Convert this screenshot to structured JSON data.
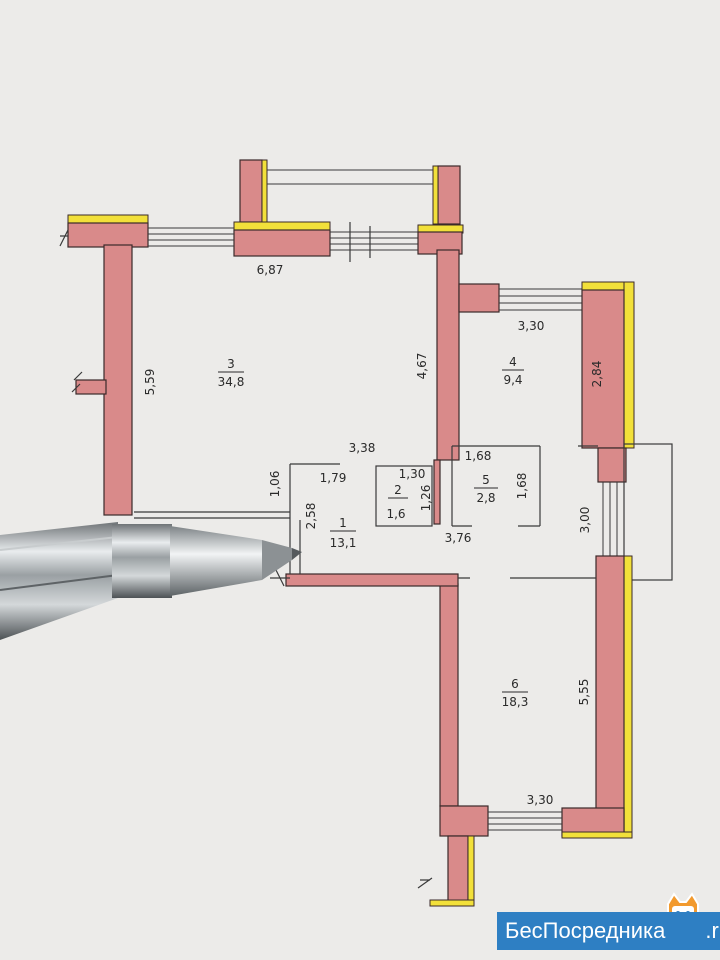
{
  "plan": {
    "rooms": [
      {
        "number": "3",
        "area": "34,8"
      },
      {
        "number": "4",
        "area": "9,4"
      },
      {
        "number": "5",
        "area": "2,8"
      },
      {
        "number": "2",
        "area": "1,6"
      },
      {
        "number": "1",
        "area": "13,1"
      },
      {
        "number": "6",
        "area": "18,3"
      }
    ],
    "dimensions": {
      "d_687": "6,87",
      "d_559": "5,59",
      "d_467": "4,67",
      "d_330_top": "3,30",
      "d_284": "2,84",
      "d_338": "3,38",
      "d_106": "1,06",
      "d_179": "1,79",
      "d_130": "1,30",
      "d_126": "1,26",
      "d_168_h": "1,68",
      "d_168_v": "1,68",
      "d_258": "2,58",
      "d_376": "3,76",
      "d_300": "3,00",
      "d_555": "5,55",
      "d_330_bottom": "3,30"
    }
  },
  "watermark": {
    "text": "БесПосредника",
    "suffix": ".ru"
  },
  "colors": {
    "wall": "#d98a8a",
    "wall_outer": "#f2e03a",
    "paper": "#ecebe9",
    "watermark": "#2e7fc3"
  },
  "icons": [
    "pen-icon",
    "cat-mascot-icon"
  ]
}
